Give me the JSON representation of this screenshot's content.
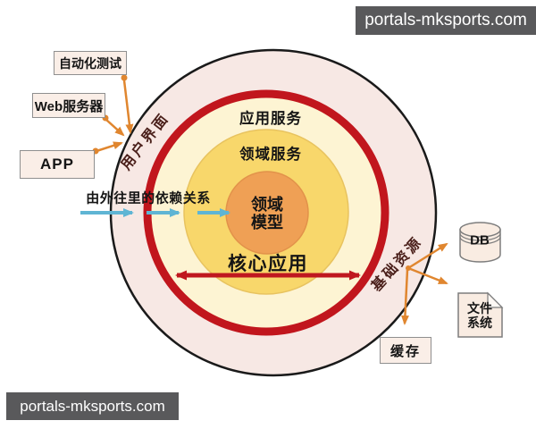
{
  "watermarks": {
    "top_right": "portals-mksports.com",
    "bottom_left": "portals-mksports.com"
  },
  "diagram": {
    "layers": {
      "application_services": "应用服务",
      "domain_services": "领域服务",
      "domain_model_line1": "领域",
      "domain_model_line2": "模型",
      "core_application": "核心应用"
    },
    "rotated_labels": {
      "user_interface": "用户界面",
      "infrastructure": "基础资源"
    },
    "dependency_note": "由外往里的依赖关系"
  },
  "left_nodes": [
    {
      "label": "自动化测试"
    },
    {
      "label": "Web服务器"
    },
    {
      "label": "APP"
    }
  ],
  "right_nodes": {
    "db": "DB",
    "file_system_line1": "文件",
    "file_system_line2": "系统",
    "cache": "缓存"
  },
  "colors": {
    "outer_ring_fill": "#f7e8e4",
    "inner_fill": "#fdf4d3",
    "domain_services_fill": "#f8d76b",
    "domain_model_fill": "#efa055",
    "red_ring": "#c1161d",
    "red_arrow": "#c0181f",
    "orange_arrow": "#e0862f",
    "cyan_arrow": "#5fb5d4",
    "rotated_label_color": "#4a1f1a",
    "node_fill": "#faeee7",
    "watermark_bg": "#59595b"
  }
}
